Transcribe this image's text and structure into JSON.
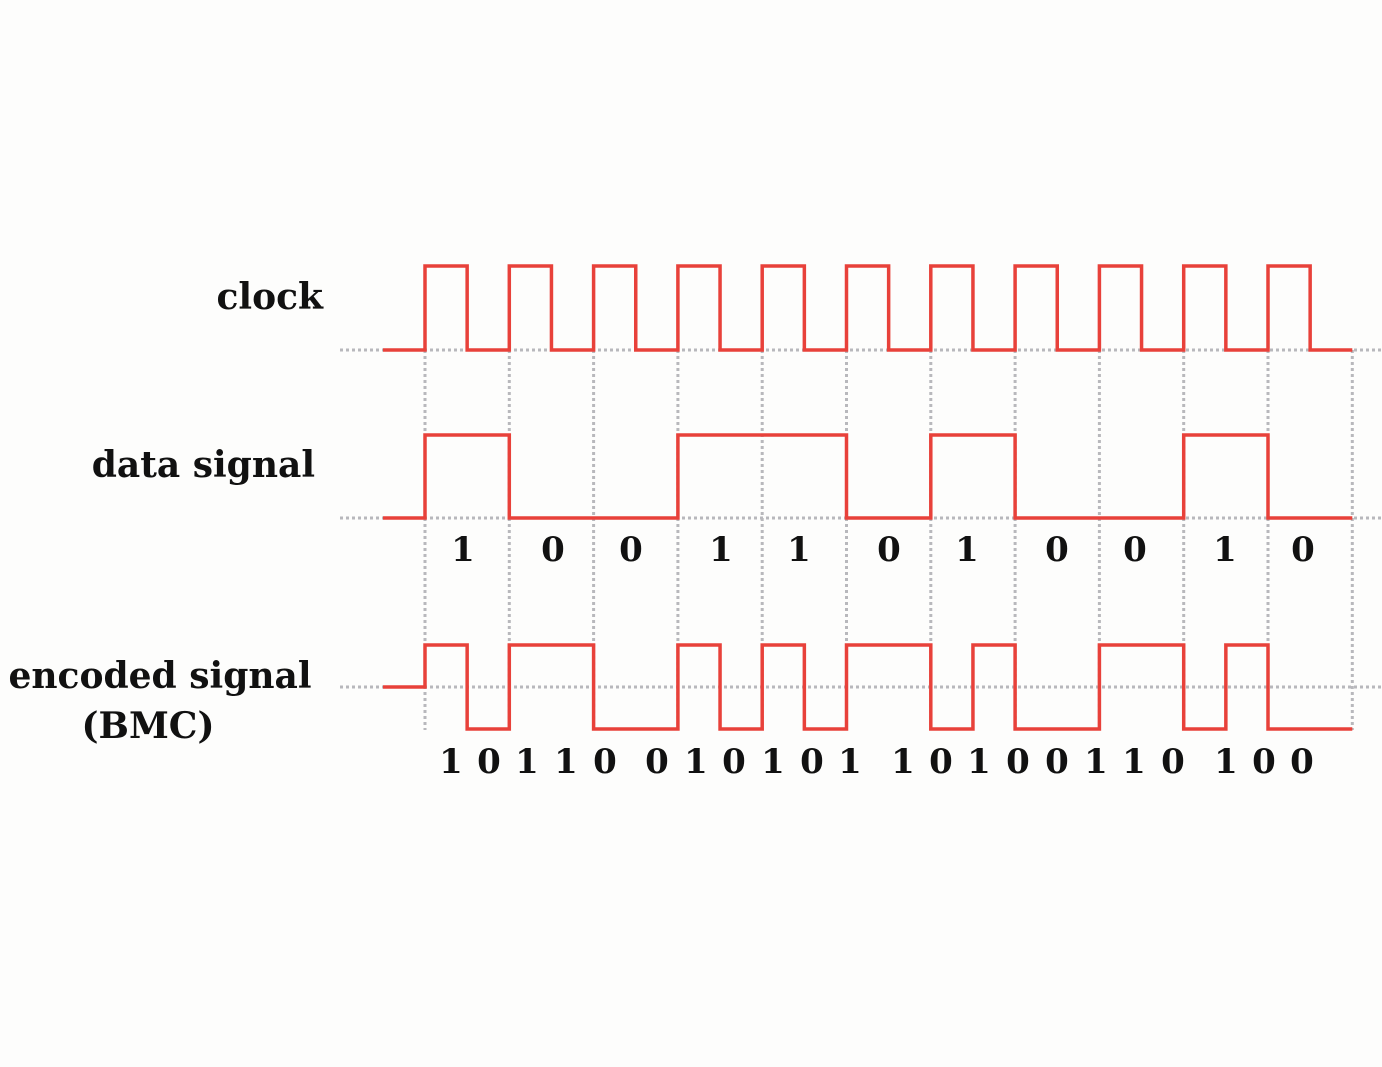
{
  "labels": {
    "clock": "clock",
    "data": "data signal",
    "encoded_line1": "encoded signal",
    "encoded_line2": "(BMC)"
  },
  "colors": {
    "signal": "#e8413a",
    "grid": "#b8b8bc",
    "text": "#111111"
  },
  "chart_data": {
    "type": "diagram",
    "title": "Biphase Mark Code (BMC) encoding",
    "bit_periods": 11,
    "clock_levels": [
      1,
      0,
      1,
      0,
      1,
      0,
      1,
      0,
      1,
      0,
      1,
      0,
      1,
      0,
      1,
      0,
      1,
      0,
      1,
      0,
      1,
      0
    ],
    "data_bits": [
      1,
      0,
      0,
      1,
      1,
      0,
      1,
      0,
      0,
      1,
      0
    ],
    "data_bit_labels": [
      "1",
      "0",
      "0",
      "1",
      "1",
      "0",
      "1",
      "0",
      "0",
      "1",
      "0"
    ],
    "encoded_initial": "mid",
    "encoded_levels": [
      1,
      0,
      1,
      1,
      0,
      0,
      1,
      0,
      1,
      0,
      1,
      1,
      0,
      1,
      0,
      0,
      1,
      1,
      0,
      1,
      0,
      0
    ],
    "encoded_labels": [
      "1",
      "0",
      "1",
      "1",
      "0",
      "0",
      "1",
      "0",
      "1",
      "0",
      "1",
      "1",
      "0",
      "1",
      "0",
      "0",
      "1",
      "1",
      "0",
      "1",
      "0",
      "0"
    ]
  }
}
